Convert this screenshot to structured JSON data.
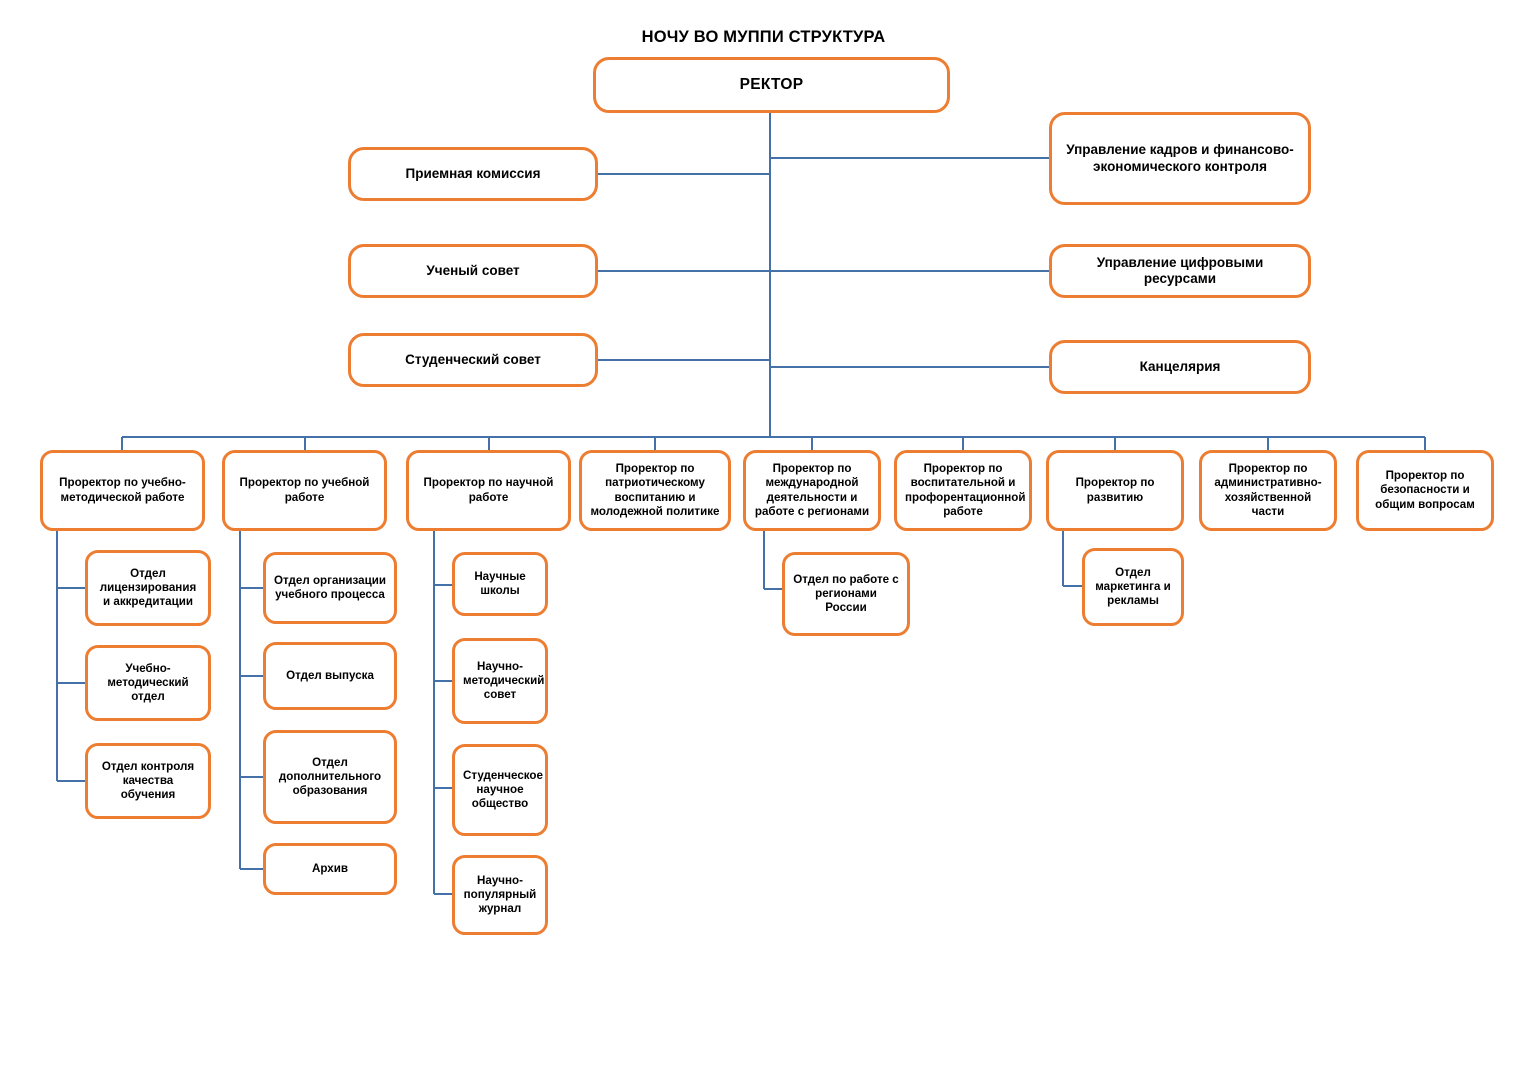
{
  "title": "НОЧУ ВО МУППИ СТРУКТУРА",
  "colors": {
    "node_border": "#ED7D31",
    "node_fill": "#FFFFFF",
    "connector": "#4472A8",
    "text": "#000000"
  },
  "root": {
    "label": "РЕКТОР"
  },
  "left_column": [
    {
      "label": "Приемная комиссия"
    },
    {
      "label": "Ученый совет"
    },
    {
      "label": "Студенческий совет"
    }
  ],
  "right_column": [
    {
      "label": "Управление кадров и финансово-экономического контроля"
    },
    {
      "label": "Управление цифровыми ресурсами"
    },
    {
      "label": "Канцелярия"
    }
  ],
  "prorectors": [
    {
      "label": "Проректор по учебно-методической работе",
      "children": [
        {
          "label": "Отдел лицензирования и аккредитации"
        },
        {
          "label": "Учебно-методический отдел"
        },
        {
          "label": "Отдел контроля качества обучения"
        }
      ]
    },
    {
      "label": "Проректор по учебной работе",
      "children": [
        {
          "label": "Отдел организации учебного процесса"
        },
        {
          "label": "Отдел выпуска"
        },
        {
          "label": "Отдел дополнительного образования"
        },
        {
          "label": "Архив"
        }
      ]
    },
    {
      "label": "Проректор по научной работе",
      "children": [
        {
          "label": "Научные школы"
        },
        {
          "label": "Научно-методический совет"
        },
        {
          "label": "Студенческое научное общество"
        },
        {
          "label": "Научно-популярный журнал"
        }
      ]
    },
    {
      "label": "Проректор по патриотическому воспитанию и молодежной политике",
      "children": []
    },
    {
      "label": "Проректор по международной деятельности и работе с регионами",
      "children": [
        {
          "label": "Отдел по работе с регионами России"
        }
      ]
    },
    {
      "label": "Проректор по воспитательной и профорентационной работе",
      "children": []
    },
    {
      "label": "Проректор по развитию",
      "children": [
        {
          "label": "Отдел маркетинга и рекламы"
        }
      ]
    },
    {
      "label": "Проректор по административно-хозяйственной части",
      "children": []
    },
    {
      "label": "Проректор по безопасности и общим вопросам",
      "children": []
    }
  ]
}
